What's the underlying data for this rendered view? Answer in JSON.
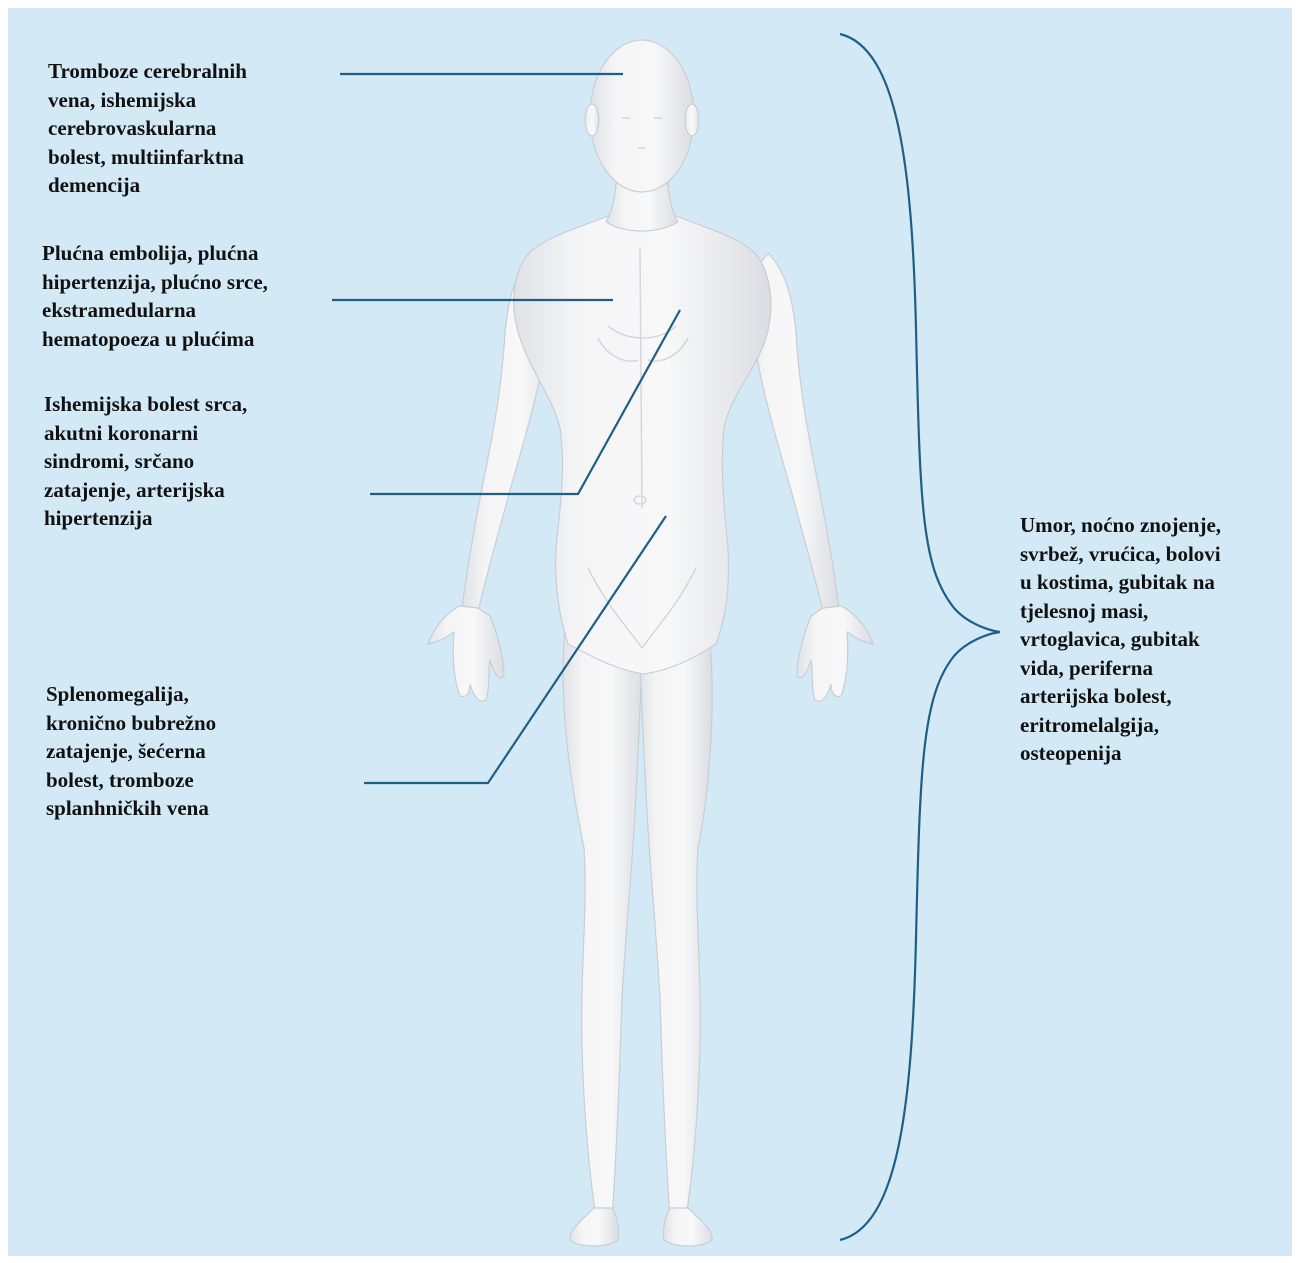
{
  "colors": {
    "background": "#d3e9f6",
    "body_fill": "#f3f3f4",
    "body_shade": "#dcdfe3",
    "leader_line": "#1f5f86",
    "text": "#111111"
  },
  "labels": {
    "brain": {
      "lines": [
        "Tromboze cerebralnih",
        "vena, ishemijska",
        "cerebrovaskularna",
        "bolest, multiinfarktna",
        "demencija"
      ]
    },
    "lungs": {
      "lines": [
        "Plućna embolija, plućna",
        "hipertenzija, plućno srce,",
        "ekstramedularna",
        "hematopoeza u plućima"
      ]
    },
    "heart": {
      "lines": [
        "Ishemijska bolest srca,",
        "akutni koronarni",
        "sindromi, srčano",
        "zatajenje, arterijska",
        "hipertenzija"
      ]
    },
    "abdomen": {
      "lines": [
        "Splenomegalija,",
        "kronično bubrežno",
        "zatajenje, šećerna",
        "bolest, tromboze",
        "splanhničkih vena"
      ]
    },
    "systemic": {
      "lines": [
        "Umor, noćno znojenje,",
        "svrbež, vrućica, bolovi",
        "u kostima, gubitak na",
        "tjelesnoj masi,",
        "vrtoglavica, gubitak",
        "vida, periferna",
        "arterijska bolest,",
        "eritromelalgija,",
        "osteopenija"
      ]
    }
  }
}
